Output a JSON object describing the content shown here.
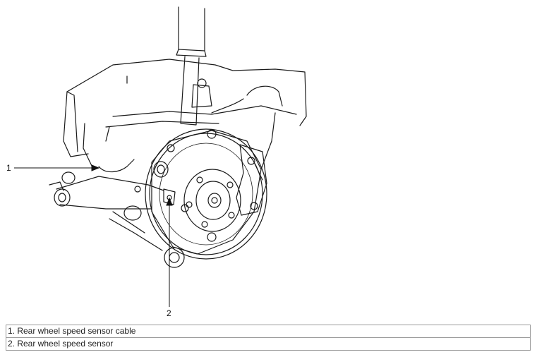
{
  "callouts": [
    {
      "number": "1"
    },
    {
      "number": "2"
    }
  ],
  "legend": [
    "1. Rear wheel speed sensor cable",
    "2. Rear wheel speed sensor"
  ]
}
